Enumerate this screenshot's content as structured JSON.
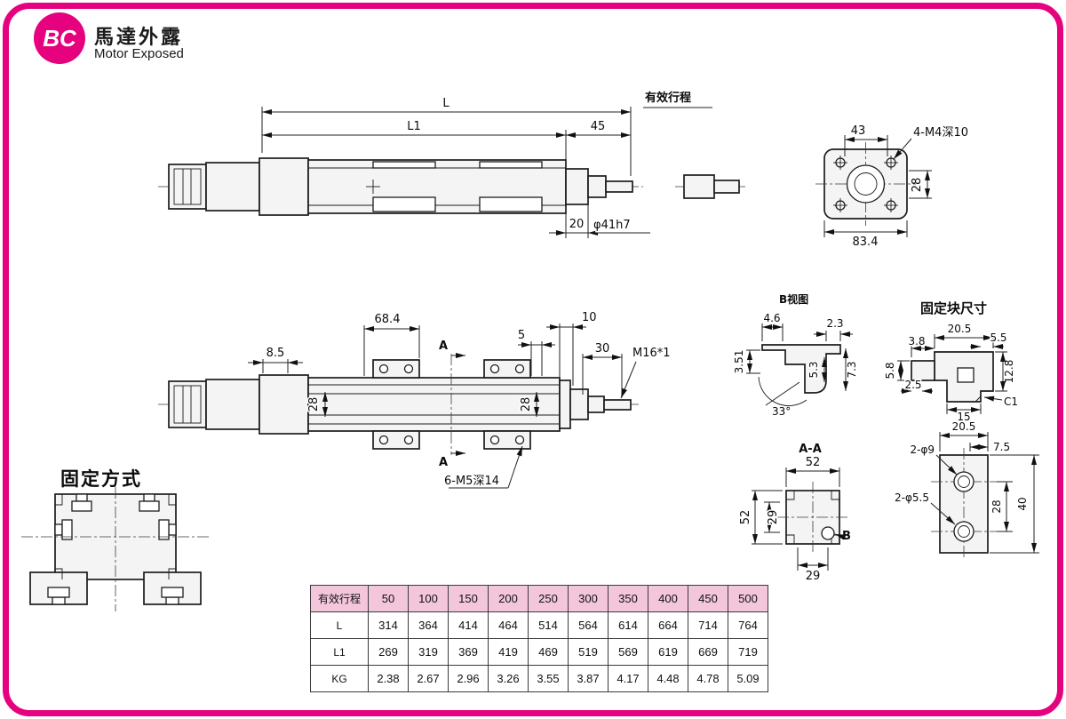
{
  "page": {
    "badge": "BC",
    "title_cn": "馬達外露",
    "title_en": "Motor Exposed",
    "accent_color": "#e6017e",
    "table_header_color": "#f3c6dc"
  },
  "top_view": {
    "dim_L": "L",
    "dim_L1": "L1",
    "dim_45": "45",
    "stroke_label": "有效行程",
    "dim_20": "20",
    "dim_phi41": "φ41h7"
  },
  "flange_view": {
    "dim_43": "43",
    "label_m4": "4-M4深10",
    "dim_28": "28",
    "dim_83_4": "83.4"
  },
  "mid_view": {
    "dim_68_4": "68.4",
    "dim_8_5": "8.5",
    "dim_5": "5",
    "dim_10": "10",
    "dim_30": "30",
    "label_m16": "M16*1",
    "dim_28_left": "28",
    "dim_28_right": "28",
    "label_m5": "6-M5深14",
    "section_a_top": "A",
    "section_a_bottom": "A"
  },
  "b_view": {
    "title": "B视图",
    "dim_4_6": "4.6",
    "dim_2_3": "2.3",
    "dim_3_51": "3.51",
    "dim_5_3": "5.3",
    "dim_7_3": "7.3",
    "dim_33": "33°"
  },
  "fixing_block": {
    "title": "固定块尺寸",
    "dim_20_5_a": "20.5",
    "dim_3_8": "3.8",
    "dim_5_5": "5.5",
    "dim_5_8": "5.8",
    "dim_2_5": "2.5",
    "dim_15": "15",
    "dim_12_8": "12.8",
    "label_c1": "C1",
    "dim_20_5_b": "20.5",
    "dim_7_5": "7.5",
    "label_2phi9": "2-φ9",
    "label_2phi55": "2-φ5.5",
    "dim_28": "28",
    "dim_40": "40"
  },
  "section_aa": {
    "title": "A-A",
    "dim_52_top": "52",
    "dim_52_left": "52",
    "dim_29_left": "29",
    "dim_29_bottom": "29",
    "label_b": "B"
  },
  "fixing_method": {
    "title": "固定方式"
  },
  "table": {
    "header": [
      "有效行程",
      "50",
      "100",
      "150",
      "200",
      "250",
      "300",
      "350",
      "400",
      "450",
      "500"
    ],
    "rows": [
      {
        "label": "L",
        "values": [
          "314",
          "364",
          "414",
          "464",
          "514",
          "564",
          "614",
          "664",
          "714",
          "764"
        ]
      },
      {
        "label": "L1",
        "values": [
          "269",
          "319",
          "369",
          "419",
          "469",
          "519",
          "569",
          "619",
          "669",
          "719"
        ]
      },
      {
        "label": "KG",
        "values": [
          "2.38",
          "2.67",
          "2.96",
          "3.26",
          "3.55",
          "3.87",
          "4.17",
          "4.48",
          "4.78",
          "5.09"
        ]
      }
    ]
  }
}
